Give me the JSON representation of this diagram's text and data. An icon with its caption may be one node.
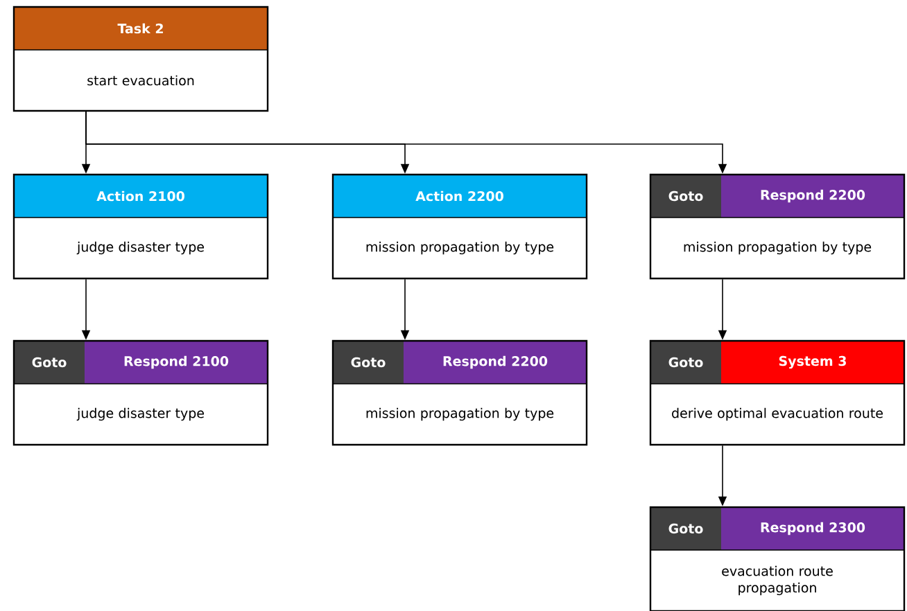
{
  "diagram": {
    "nodes": [
      {
        "text": [
          "Task 2",
          "start evacuation"
        ]
      },
      {
        "text": [
          "Action 2100",
          "judge disaster type"
        ]
      },
      {
        "text": [
          "Action 2200",
          "mission propagation by type"
        ]
      },
      {
        "text": [
          "Goto",
          "Respond 2200",
          "mission propagation by type"
        ]
      },
      {
        "text": [
          "Goto",
          "Respond 2100",
          "judge disaster type"
        ]
      },
      {
        "text": [
          "Goto",
          "Respond 2200",
          "mission propagation by type"
        ]
      },
      {
        "text": [
          "Goto",
          "System 3",
          "derive optimal evacuation route"
        ]
      },
      {
        "text": [
          "Goto",
          "Respond 2300",
          "evacuation route propagation"
        ]
      }
    ],
    "edges": [
      {
        "from": 0,
        "to": 1,
        "arrow": "to"
      },
      {
        "from": 0,
        "to": 2,
        "arrow": "to"
      },
      {
        "from": 0,
        "to": 3,
        "arrow": "to"
      },
      {
        "from": 1,
        "to": 4,
        "arrow": "to"
      },
      {
        "from": 2,
        "to": 5,
        "arrow": "to"
      },
      {
        "from": 3,
        "to": 6,
        "arrow": "to"
      },
      {
        "from": 6,
        "to": 7,
        "arrow": "to"
      }
    ]
  }
}
